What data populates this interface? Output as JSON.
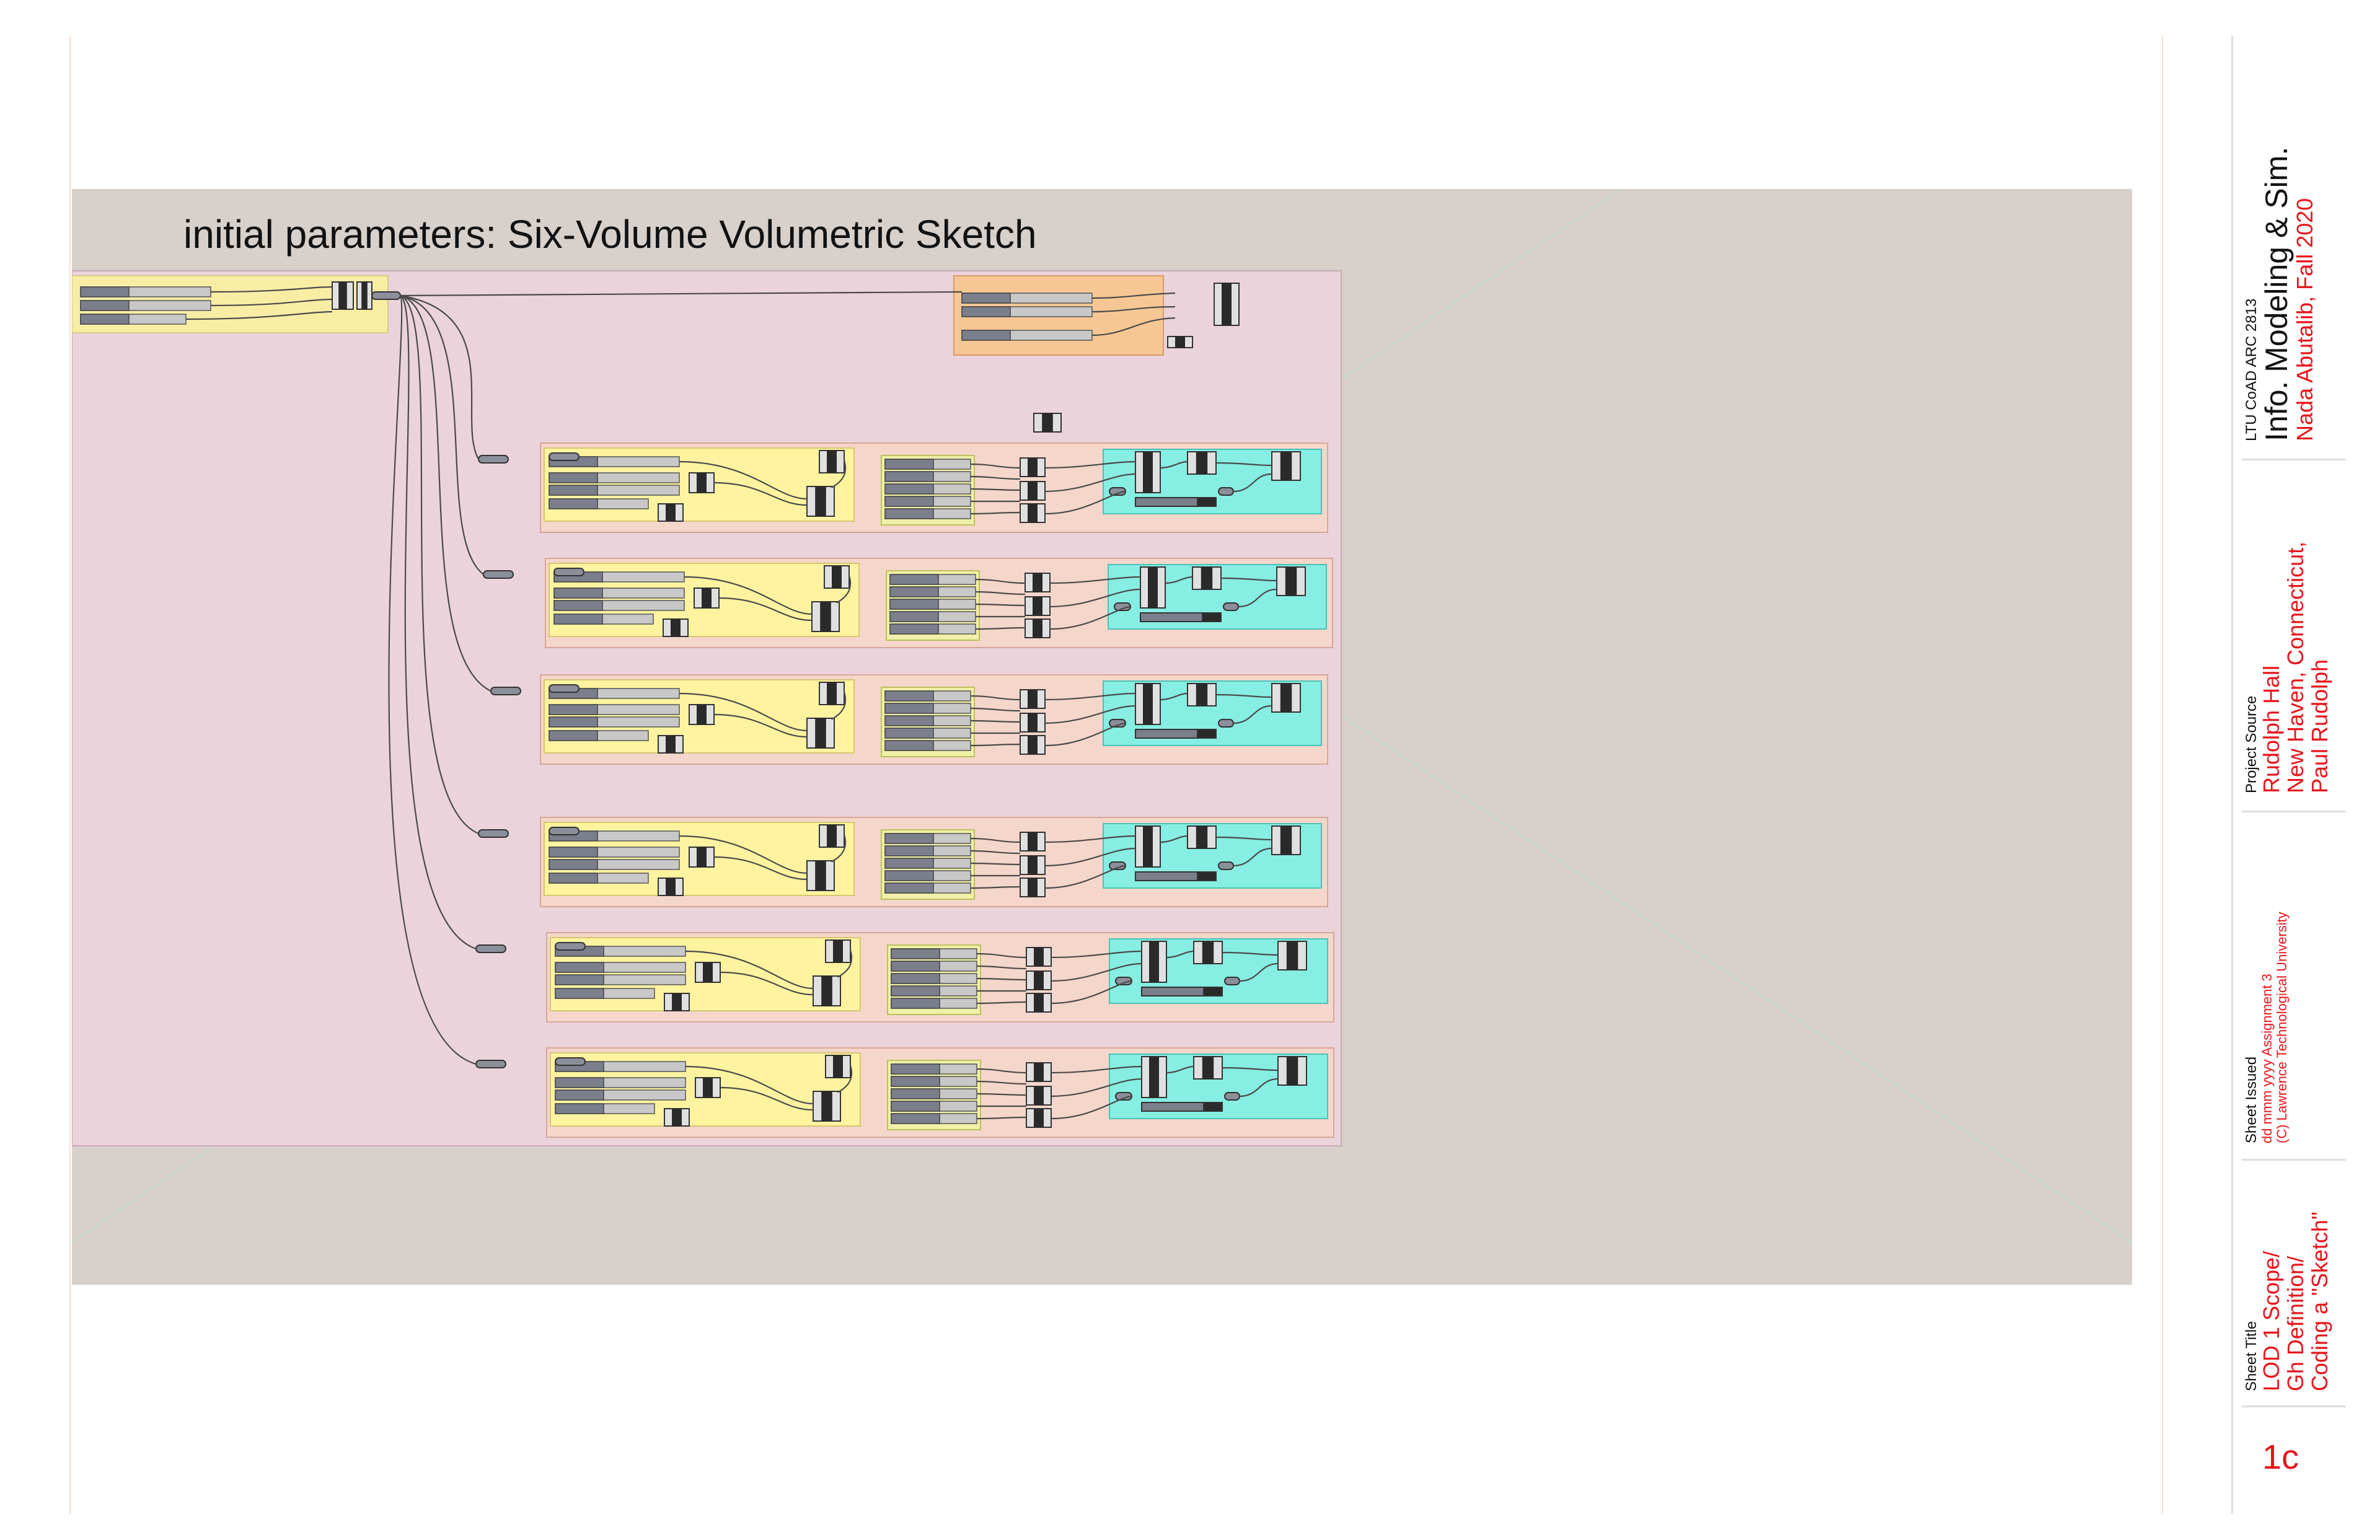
{
  "canvas": {
    "title": "initial parameters: Six-Volume Volumetric Sketch",
    "colors": {
      "background": "#d7d0cb",
      "main_group": "#ebd3db",
      "input_group": "#f9eda4",
      "output_group": "#f6c794",
      "row_group": "#f5d6cb",
      "param_group": "#fff3a0",
      "list_group": "#f0f0a8",
      "geometry_group": "#86eee2",
      "wire": "#4a4a4a"
    },
    "row_count": 6
  },
  "title_block": {
    "course": "LTU CoAD ARC 2813",
    "course_title": "Info. Modeling & Sim.",
    "author": "Nada Abutalib, Fall 2020",
    "project_source_label": "Project Source",
    "project_source_lines": [
      "Rudolph Hall",
      "New Haven, Connecticut,",
      "Paul Rudolph"
    ],
    "sheet_issued_label": "Sheet Issued",
    "sheet_issued_lines": [
      "dd mmm yyyy  Assignment 3",
      "(C) Lawrence Technological University"
    ],
    "sheet_title_label": "Sheet Title",
    "sheet_title_lines": [
      "LOD 1 Scope/",
      "Gh Definition/",
      "Coding a \"Sketch\""
    ],
    "sheet_number": "1c"
  }
}
